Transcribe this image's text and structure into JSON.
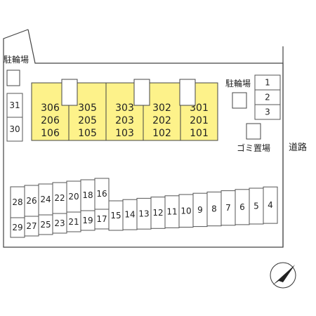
{
  "labels": {
    "bike_parking": "駐輪場",
    "garbage": "ゴミ置場",
    "road": "道路"
  },
  "buildings": [
    {
      "rooms": [
        "306",
        "206",
        "106"
      ]
    },
    {
      "rooms": [
        "305",
        "205",
        "105"
      ]
    },
    {
      "rooms": [
        "303",
        "203",
        "103"
      ]
    },
    {
      "rooms": [
        "302",
        "202",
        "102"
      ]
    },
    {
      "rooms": [
        "301",
        "201",
        "101"
      ]
    }
  ],
  "left_column_slots": [
    "31",
    "30"
  ],
  "right_column_slots": [
    "1",
    "2",
    "3"
  ],
  "top_row_slots": [
    "28",
    "26",
    "24",
    "22",
    "20",
    "18",
    "16"
  ],
  "bottom_row_slots": [
    "29",
    "27",
    "25",
    "23",
    "21",
    "19",
    "17",
    "15",
    "14",
    "13",
    "12",
    "11",
    "10",
    "9",
    "8",
    "7",
    "6",
    "5",
    "4"
  ],
  "colors": {
    "building_fill": "#fdf28a",
    "line": "#444444"
  },
  "icons": {
    "compass": "north-arrow-icon"
  }
}
